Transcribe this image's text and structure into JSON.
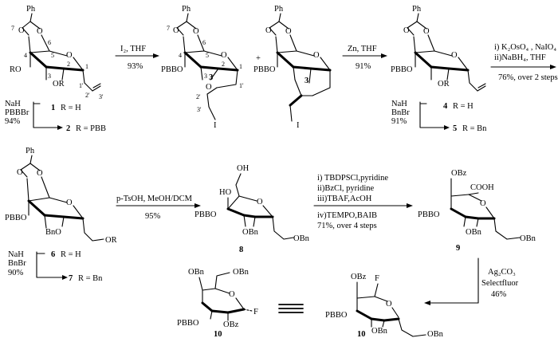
{
  "substituents": {
    "ph": "Ph",
    "ro": "RO",
    "or": "OR",
    "pbbo": "PBBO",
    "bno": "BnO",
    "obn": "OBn",
    "oh": "OH",
    "ho": "HO",
    "obz": "OBz",
    "cooh": "COOH",
    "i": "I",
    "f": "F",
    "o": "O"
  },
  "numbering": {
    "n1": "1",
    "n2": "2",
    "n3": "3",
    "n4": "4",
    "n5": "5",
    "n6": "6",
    "n7": "7",
    "n1p": "1'",
    "n2p": "2'",
    "n3p": "3'"
  },
  "compounds": {
    "c1": {
      "label": "1",
      "r": "R = H"
    },
    "c2": {
      "label": "2",
      "r": "R = PBB"
    },
    "c3": {
      "label": "3"
    },
    "c4": {
      "label": "4",
      "r": "R = H"
    },
    "c5": {
      "label": "5",
      "r": "R = Bn"
    },
    "c6": {
      "label": "6",
      "r": "R = H"
    },
    "c7": {
      "label": "7",
      "r": "R = Bn"
    },
    "c8": {
      "label": "8"
    },
    "c9": {
      "label": "9"
    },
    "c10": {
      "label": "10"
    }
  },
  "conditions": {
    "step1": {
      "line1": "NaH",
      "line2": "PBBBr",
      "yield": "94%"
    },
    "step2": {
      "reagent": "I₂, THF",
      "yield": "93%"
    },
    "step3": {
      "reagent": "Zn, THF",
      "yield": "91%"
    },
    "step4": {
      "line1": "NaH",
      "line2": "BnBr",
      "yield": "91%"
    },
    "step5": {
      "line1": "i) K₂OsO₄ , NaIO₄",
      "line2": "ii)NaBH₄, THF",
      "yield": "76%, over 2 steps"
    },
    "step6": {
      "line1": "NaH",
      "line2": "BnBr",
      "yield": "90%"
    },
    "step7": {
      "reagent": "p-TsOH, MeOH/DCM",
      "yield": "95%"
    },
    "step8": {
      "line1": "i) TBDPSCl,pyridine",
      "line2": "ii)BzCl, pyridine",
      "line3": "iii)TBAF,AcOH",
      "line4": "iv)TEMPO,BAIB",
      "yield": "71%, over 4 steps"
    },
    "step9": {
      "line1": "Ag₂CO₃",
      "line2": "Selectfluor",
      "yield": "46%"
    }
  },
  "plus_sign": "+"
}
